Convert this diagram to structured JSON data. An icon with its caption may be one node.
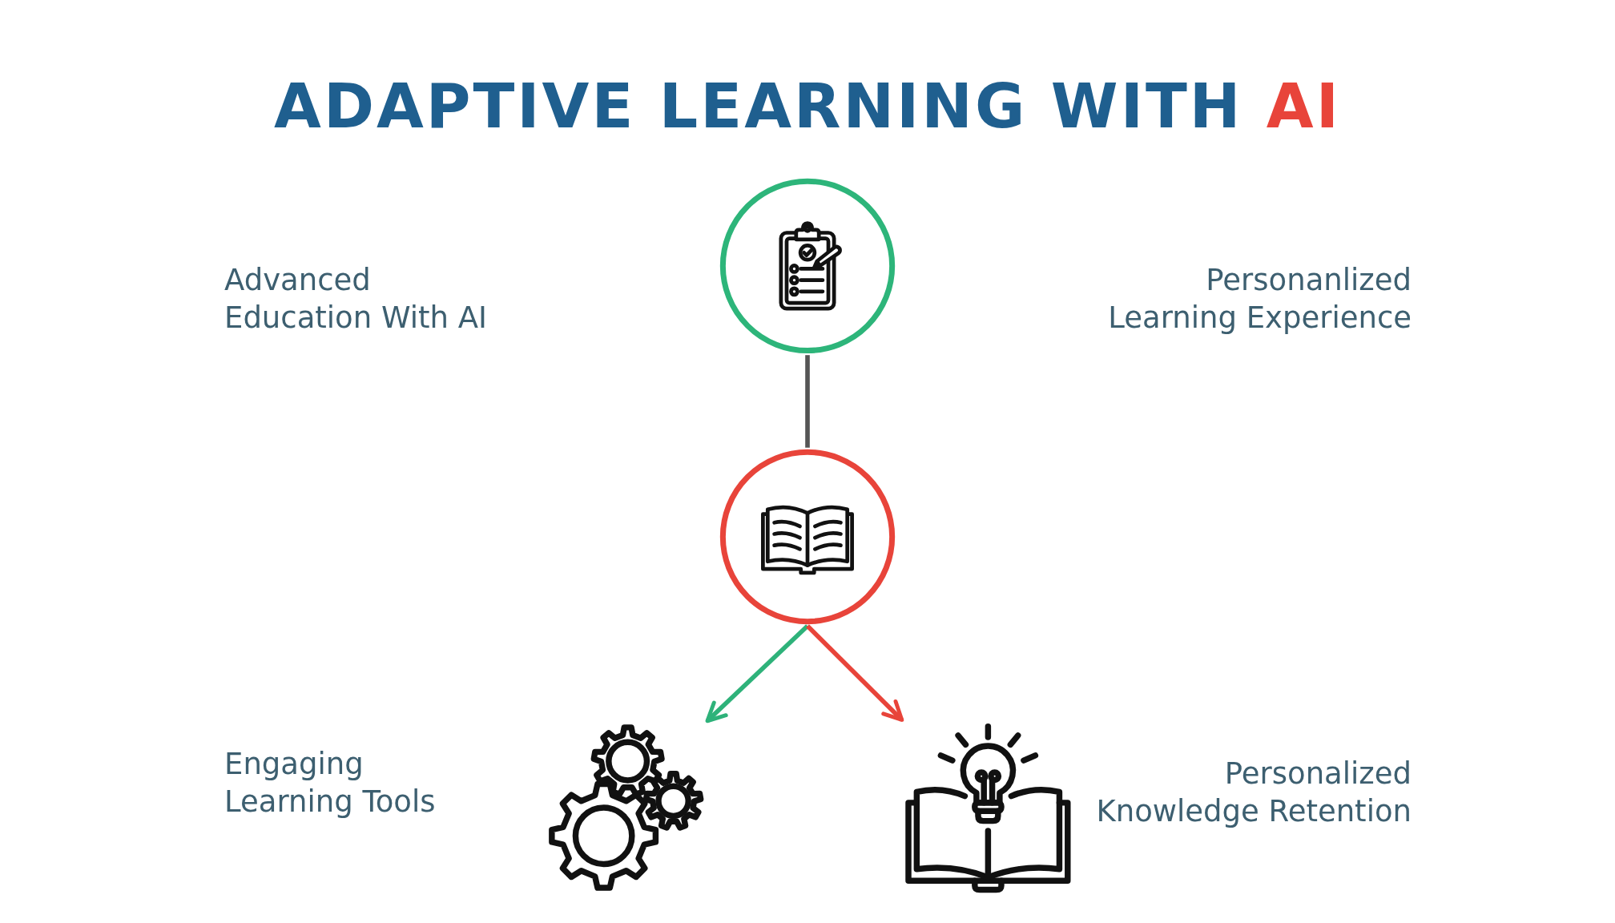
{
  "diagram": {
    "title": "ADAPTIVE LEARNING WITH AI",
    "nodes": [
      {
        "text": [],
        "shape": "circle"
      },
      {
        "text": [],
        "shape": "picture"
      },
      {
        "text": [],
        "shape": "picture"
      },
      {
        "text": [],
        "shape": "circle"
      }
    ],
    "edges": [
      {
        "from": 0,
        "to": 3,
        "arrow": "none",
        "color": "#555555"
      },
      {
        "from": 3,
        "to": 1,
        "arrow": "to",
        "color": "#2eb27a"
      },
      {
        "from": 3,
        "to": 2,
        "arrow": "to",
        "color": "#e8443a"
      }
    ],
    "labels": [
      "Advanced Education With AI",
      "Personanlized Learning Experience",
      "Engaging Learning Tools",
      "Personalized Knowledge Retention"
    ]
  }
}
